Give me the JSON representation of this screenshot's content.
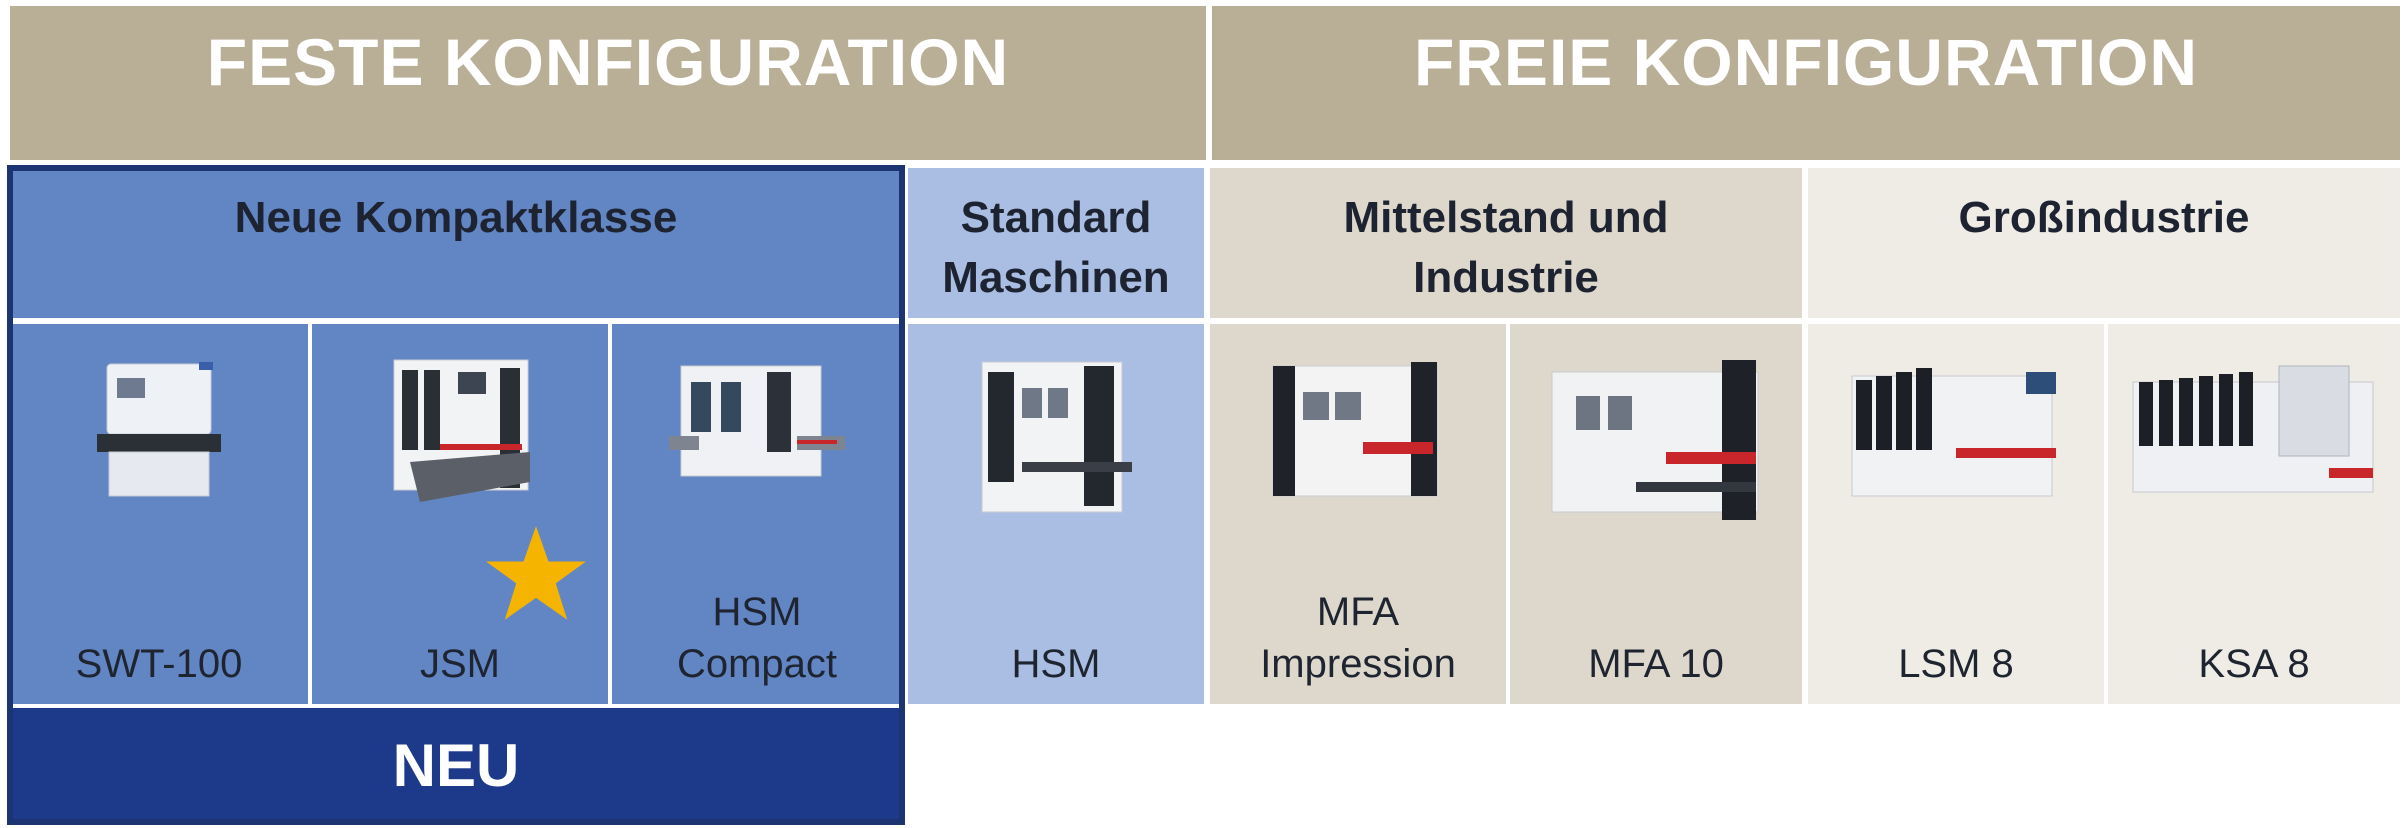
{
  "header": {
    "fixed_config": "FESTE KONFIGURATION",
    "free_config": "FREIE KONFIGURATION"
  },
  "groups": {
    "compact": "Neue Kompaktklasse",
    "standard": "Standard\nMaschinen",
    "mid": "Mittelstand und\nIndustrie",
    "large": "Großindustrie"
  },
  "machines": [
    {
      "label": "SWT-100"
    },
    {
      "label": "JSM"
    },
    {
      "label": "HSM\nCompact"
    },
    {
      "label": "HSM"
    },
    {
      "label": "MFA\nImpression"
    },
    {
      "label": "MFA 10"
    },
    {
      "label": "LSM 8"
    },
    {
      "label": "KSA 8"
    }
  ],
  "badge": "NEU",
  "colors": {
    "header_band": "#b9af96",
    "compact_blue": "#6285c4",
    "standard_blue": "#a9bee2",
    "mid_beige": "#ded8cc",
    "large_light": "#efece6",
    "neu_navy": "#1d3a8a",
    "star": "#f5b400"
  },
  "icons": {
    "star": "star-icon"
  }
}
